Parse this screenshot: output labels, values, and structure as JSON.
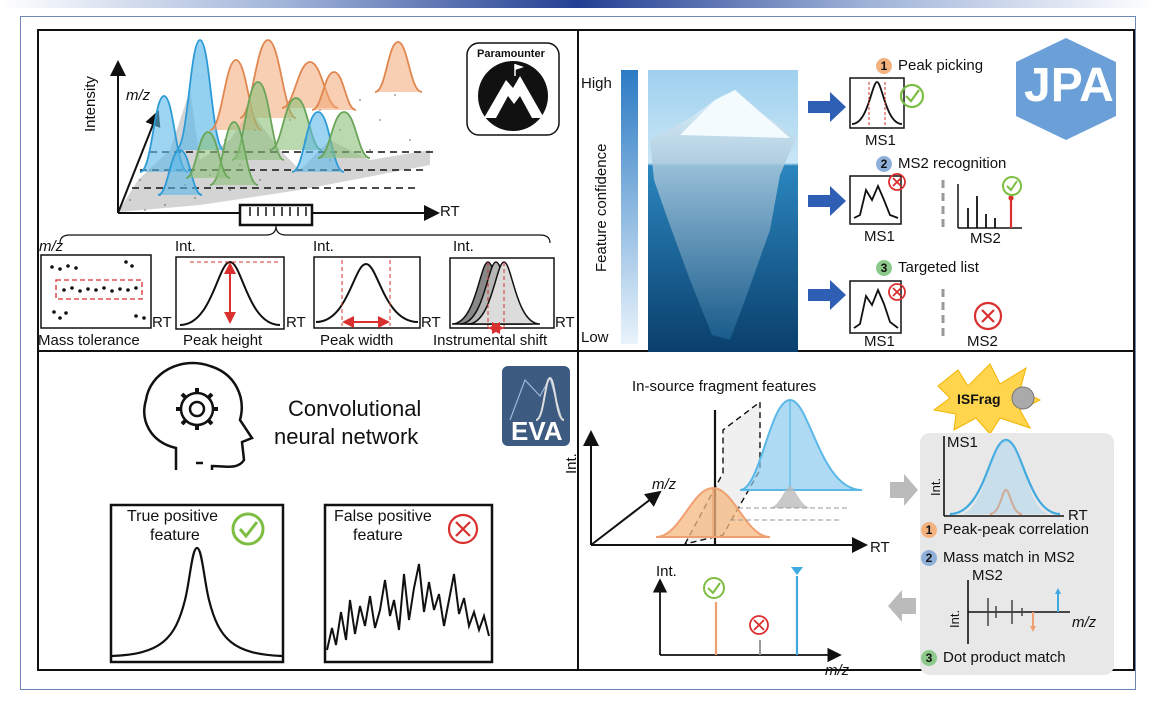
{
  "colors": {
    "blue": "#3fa9e0",
    "orange": "#f0a070",
    "green": "#7fb46a",
    "red": "#d9302f",
    "arrow": "#2f5eb5",
    "gray": "#9a9a9a"
  },
  "top_left": {
    "logo": "Paramounter",
    "y_axis": "Intensity",
    "mz_axis": "m/z",
    "x_axis": "RT",
    "sub_panels": [
      {
        "axis_y": "m/z",
        "axis_x": "RT",
        "caption": "Mass tolerance"
      },
      {
        "axis_y": "Int.",
        "axis_x": "RT",
        "caption": "Peak height"
      },
      {
        "axis_y": "Int.",
        "axis_x": "RT",
        "caption": "Peak width"
      },
      {
        "axis_y": "Int.",
        "axis_x": "RT",
        "caption": "Instrumental shift"
      }
    ]
  },
  "top_right": {
    "logo": "JPA",
    "confidence_label": "Feature confidence",
    "high": "High",
    "low": "Low",
    "steps": [
      {
        "num": "1",
        "label": "Peak picking",
        "ms1": "MS1"
      },
      {
        "num": "2",
        "label": "MS2 recognition",
        "ms1": "MS1",
        "ms2": "MS2"
      },
      {
        "num": "3",
        "label": "Targeted list",
        "ms1": "MS1",
        "ms2": "MS2"
      }
    ]
  },
  "bottom_left": {
    "title_line1": "Convolutional",
    "title_line2": "neural network",
    "logo": "EVA",
    "tp_line1": "True positive",
    "tp_line2": "feature",
    "fp_line1": "False positive",
    "fp_line2": "feature"
  },
  "bottom_right": {
    "title": "In-source fragment features",
    "logo": "ISFrag",
    "axis_int": "Int.",
    "axis_mz": "m/z",
    "axis_rt": "RT",
    "ms1": "MS1",
    "ms2": "MS2",
    "steps": [
      {
        "num": "1",
        "label": "Peak-peak correlation"
      },
      {
        "num": "2",
        "label": "Mass match in MS2"
      },
      {
        "num": "3",
        "label": "Dot product match"
      }
    ]
  }
}
